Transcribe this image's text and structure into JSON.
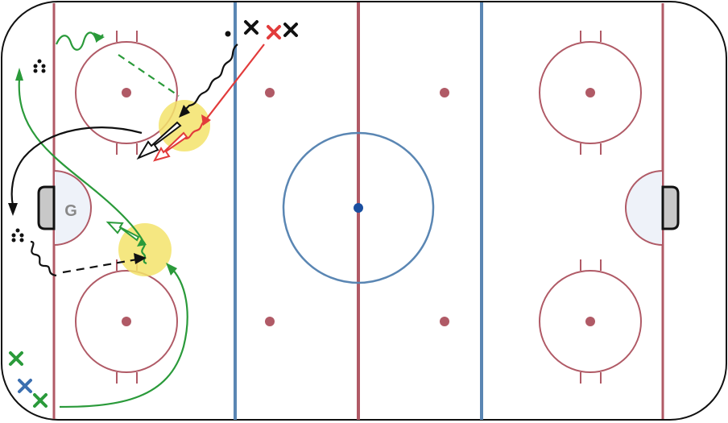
{
  "diagram": {
    "goalie_label": "G",
    "colors": {
      "red_line": "#b05a66",
      "blue_line": "#5a86b3",
      "center_dot": "#1a4fa0",
      "faceoff_dot": "#b05a66",
      "crease_fill": "#eef2f9",
      "net_fill": "#c8c8c8",
      "highlight": "#f3e36b",
      "green": "#2a9a3a",
      "red": "#e23b3b",
      "black": "#111111",
      "blue_player": "#3b6fb0"
    },
    "players": [
      {
        "id": "x-black-1",
        "color": "black"
      },
      {
        "id": "x-red",
        "color": "red"
      },
      {
        "id": "x-black-2",
        "color": "black"
      },
      {
        "id": "x-green-1",
        "color": "green"
      },
      {
        "id": "x-blue",
        "color": "blue"
      },
      {
        "id": "x-green-2",
        "color": "green"
      }
    ]
  }
}
